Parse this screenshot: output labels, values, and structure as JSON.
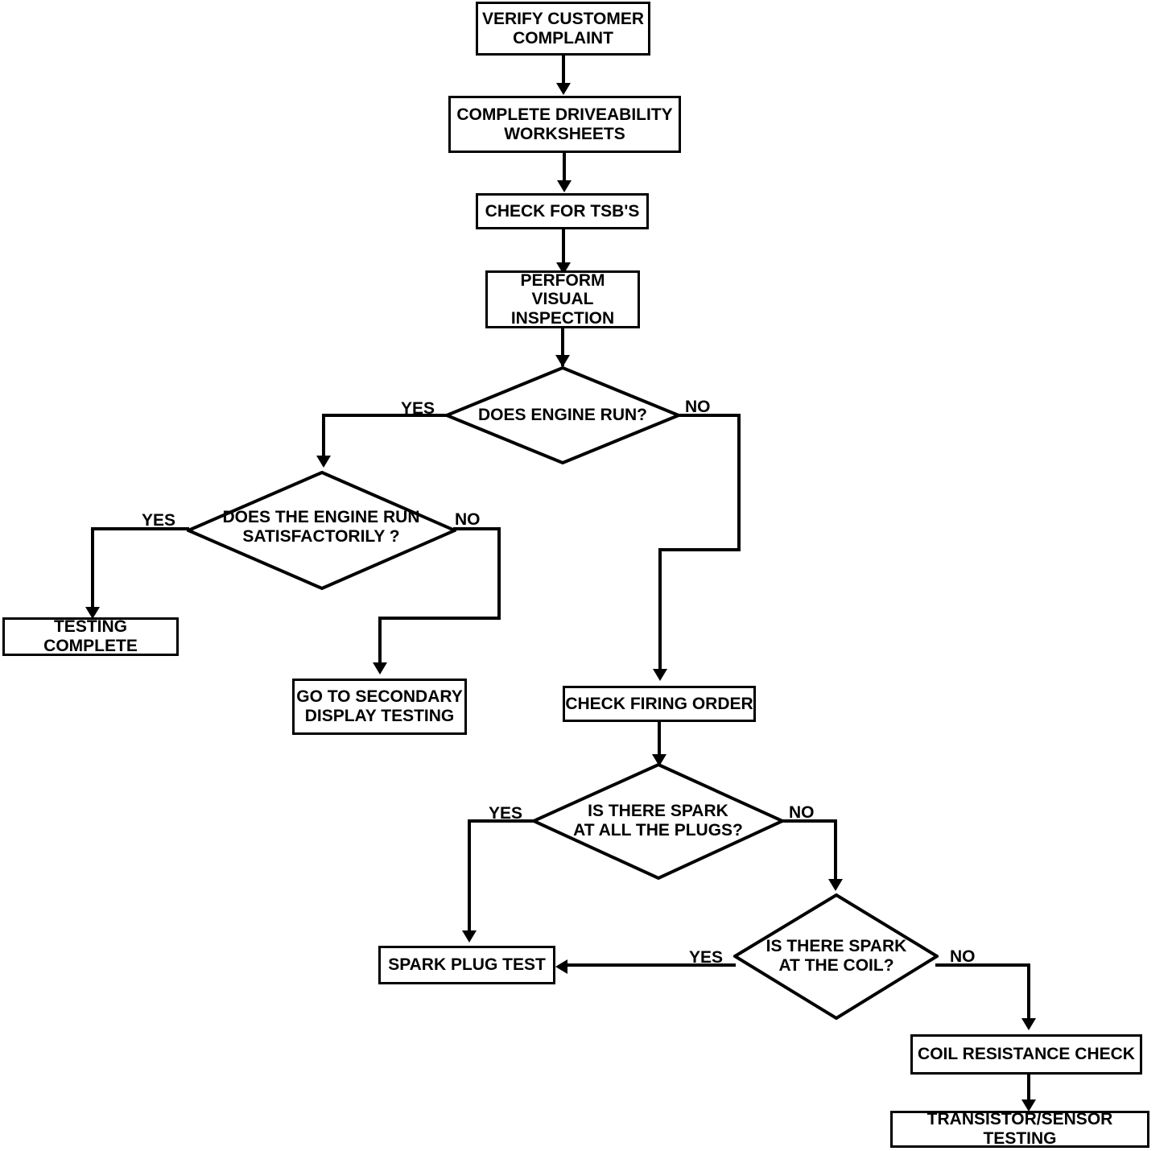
{
  "diagram": {
    "type": "flowchart",
    "title": "Ignition System Diagnostic Flowchart",
    "orientation": "top-down",
    "background_color": "#ffffff",
    "line_color": "#000000",
    "text_color": "#000000",
    "nodes": [
      {
        "id": "verify",
        "shape": "process",
        "label": "VERIFY CUSTOMER\nCOMPLAINT"
      },
      {
        "id": "worksheets",
        "shape": "process",
        "label": "COMPLETE  DRIVEABILITY\nWORKSHEETS"
      },
      {
        "id": "tsb",
        "shape": "process",
        "label": "CHECK FOR TSB'S"
      },
      {
        "id": "visual",
        "shape": "process",
        "label": "PERFORM VISUAL\nINSPECTION"
      },
      {
        "id": "engine_run",
        "shape": "decision",
        "label": "DOES ENGINE RUN?"
      },
      {
        "id": "run_satisf",
        "shape": "decision",
        "label": "DOES THE ENGINE RUN\nSATISFACTORILY ?"
      },
      {
        "id": "testing_done",
        "shape": "process",
        "label": "TESTING COMPLETE"
      },
      {
        "id": "secondary",
        "shape": "process",
        "label": "GO TO SECONDARY\nDISPLAY TESTING"
      },
      {
        "id": "firing_order",
        "shape": "process",
        "label": "CHECK FIRING ORDER"
      },
      {
        "id": "spark_plugs",
        "shape": "decision",
        "label": "IS THERE SPARK\nAT ALL THE PLUGS?"
      },
      {
        "id": "spark_coil",
        "shape": "decision",
        "label": "IS THERE SPARK\nAT THE COIL?"
      },
      {
        "id": "plug_test",
        "shape": "process",
        "label": "SPARK PLUG TEST"
      },
      {
        "id": "coil_res",
        "shape": "process",
        "label": "COIL RESISTANCE CHECK"
      },
      {
        "id": "transistor",
        "shape": "process",
        "label": "TRANSISTOR/SENSOR TESTING"
      }
    ],
    "edges": [
      {
        "from": "verify",
        "to": "worksheets",
        "label": ""
      },
      {
        "from": "worksheets",
        "to": "tsb",
        "label": ""
      },
      {
        "from": "tsb",
        "to": "visual",
        "label": ""
      },
      {
        "from": "visual",
        "to": "engine_run",
        "label": ""
      },
      {
        "from": "engine_run",
        "to": "run_satisf",
        "label": "YES"
      },
      {
        "from": "engine_run",
        "to": "firing_order",
        "label": "NO"
      },
      {
        "from": "run_satisf",
        "to": "testing_done",
        "label": "YES"
      },
      {
        "from": "run_satisf",
        "to": "secondary",
        "label": "NO"
      },
      {
        "from": "firing_order",
        "to": "spark_plugs",
        "label": ""
      },
      {
        "from": "spark_plugs",
        "to": "plug_test",
        "label": "YES"
      },
      {
        "from": "spark_plugs",
        "to": "spark_coil",
        "label": "NO"
      },
      {
        "from": "spark_coil",
        "to": "plug_test",
        "label": "YES"
      },
      {
        "from": "spark_coil",
        "to": "coil_res",
        "label": "NO"
      },
      {
        "from": "coil_res",
        "to": "transistor",
        "label": ""
      }
    ],
    "edge_labels": {
      "engine_run_yes": "YES",
      "engine_run_no": "NO",
      "run_satisf_yes": "YES",
      "run_satisf_no": "NO",
      "spark_plugs_yes": "YES",
      "spark_plugs_no": "NO",
      "spark_coil_yes": "YES",
      "spark_coil_no": "NO"
    }
  }
}
